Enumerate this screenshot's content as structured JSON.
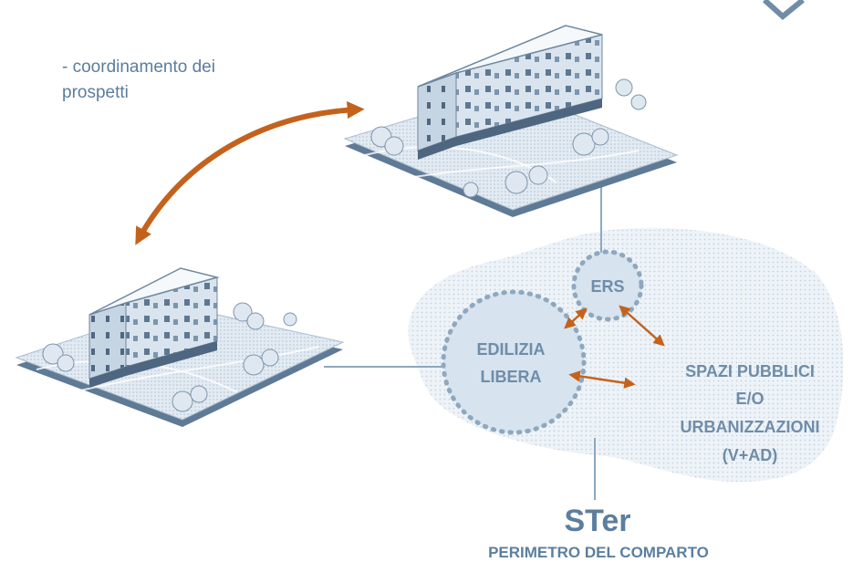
{
  "note": {
    "line1": "- coordinamento dei",
    "line2": "prospetti"
  },
  "circles": {
    "ers": "ERS",
    "edilizia_line1": "EDILIZIA",
    "edilizia_line2": "LIBERA"
  },
  "spazi": {
    "line1": "SPAZI PUBBLICI",
    "line2": "E/O",
    "line3": "URBANIZZAZIONI",
    "line4": "(V+AD)"
  },
  "ster": {
    "title": "STer",
    "subtitle": "PERIMETRO DEL COMPARTO"
  },
  "colors": {
    "accent_orange": "#c4621c",
    "label_blue": "#6f8da9",
    "line_blue": "#8ea8bf",
    "blob_fill": "#e3ecf4",
    "circle_fill": "#d7e3ee"
  }
}
